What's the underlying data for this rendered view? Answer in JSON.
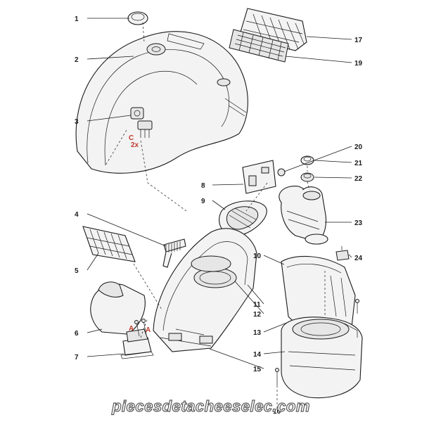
{
  "diagram": {
    "callouts": [
      "1",
      "2",
      "3",
      "4",
      "5",
      "6",
      "7",
      "8",
      "9",
      "10",
      "11",
      "12",
      "13",
      "14",
      "15",
      "16",
      "17",
      "19",
      "20",
      "21",
      "22",
      "23",
      "24"
    ],
    "markers": {
      "screw_count": "C\n2x",
      "screw_tag_a1": "A",
      "screw_tag_a2": "A"
    }
  },
  "watermark": "piecesdetacheeselec.com"
}
